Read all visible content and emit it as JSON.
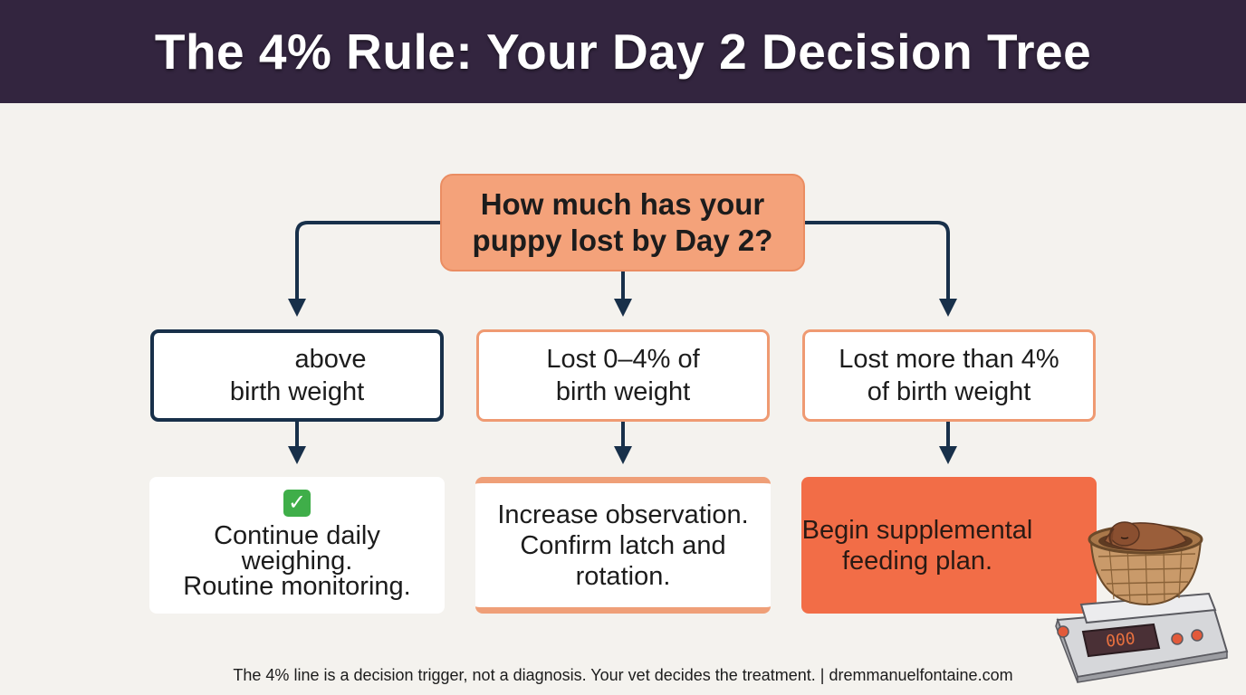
{
  "title": "The 4% Rule: Your Day 2 Decision Tree",
  "question": {
    "line1": "How much has your",
    "line2": "puppy lost by Day 2?"
  },
  "branches": [
    {
      "line1": "above",
      "line2": "birth weight"
    },
    {
      "line1": "Lost 0–4% of",
      "line2": "birth weight"
    },
    {
      "line1": "Lost more than 4%",
      "line2": "of birth weight"
    }
  ],
  "outcomes": [
    {
      "icon": "check-mark-icon",
      "line1": "Continue daily",
      "line2": "weighing.",
      "line3": "Routine monitoring."
    },
    {
      "line1": "Increase observation.",
      "line2": "Confirm latch and",
      "line3": "rotation."
    },
    {
      "line1": "Begin supplemental",
      "line2": "feeding plan."
    }
  ],
  "footer": "The 4% line is a decision trigger, not a diagnosis. Your vet decides the treatment. | dremmanuelfontaine.com",
  "scale_display": "000",
  "colors": {
    "header_bg": "#33253f",
    "question_fill": "#f4a27a",
    "navy": "#18304a",
    "orange_border": "#ef9a72",
    "alert_fill": "#f26d47",
    "check_green": "#3fae49"
  },
  "illustration": "puppy-in-basket-on-scale-icon"
}
